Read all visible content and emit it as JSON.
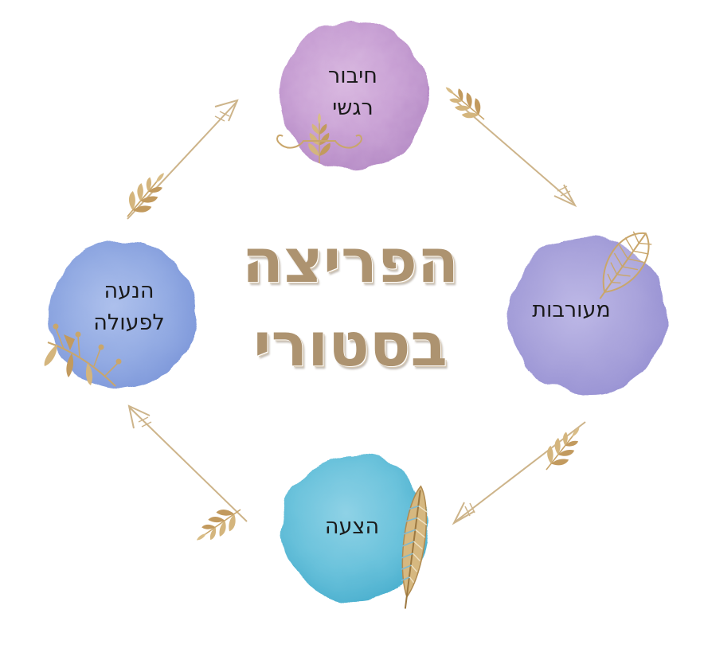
{
  "diagram": {
    "title": {
      "line1": "הפריצה",
      "line2": "בסטורי"
    },
    "nodes": [
      {
        "id": "top",
        "lines": [
          "חיבור",
          "רגשי"
        ],
        "color": "#c79ed3"
      },
      {
        "id": "right",
        "lines": [
          "מעורבות"
        ],
        "color": "#a9a3db"
      },
      {
        "id": "bottom",
        "lines": [
          "הצעה"
        ],
        "color": "#6cc3dc"
      },
      {
        "id": "left",
        "lines": [
          "הנעה",
          "לפעולה"
        ],
        "color": "#93abe3"
      }
    ],
    "flow": [
      "top",
      "right",
      "bottom",
      "left",
      "top"
    ],
    "colors": {
      "gold": "#c9a66b",
      "title": "#ad9370"
    }
  }
}
